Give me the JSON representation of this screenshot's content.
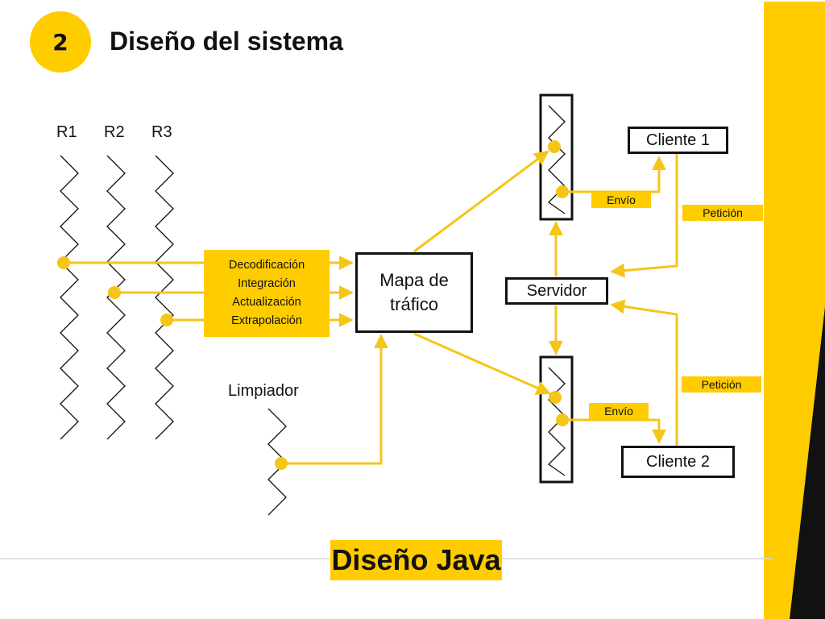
{
  "slide": {
    "number": "2",
    "title": "Diseño del sistema",
    "footer_title": "Diseño Java"
  },
  "rails": {
    "labels": [
      "R1",
      "R2",
      "R3"
    ]
  },
  "process": {
    "lines": [
      "Decodificación",
      "Integración",
      "Actualización",
      "Extrapolación"
    ]
  },
  "nodes": {
    "mapa": "Mapa de tráfico",
    "servidor": "Servidor",
    "cliente1": "Cliente 1",
    "cliente2": "Cliente 2",
    "limpiador": "Limpiador"
  },
  "tags": {
    "envio_top": "Envío",
    "envio_bottom": "Envío",
    "peticion_top": "Petición",
    "peticion_bottom": "Petición"
  },
  "colors": {
    "accent": "#FFCC00",
    "line": "#F5C518",
    "dark": "#111111"
  }
}
